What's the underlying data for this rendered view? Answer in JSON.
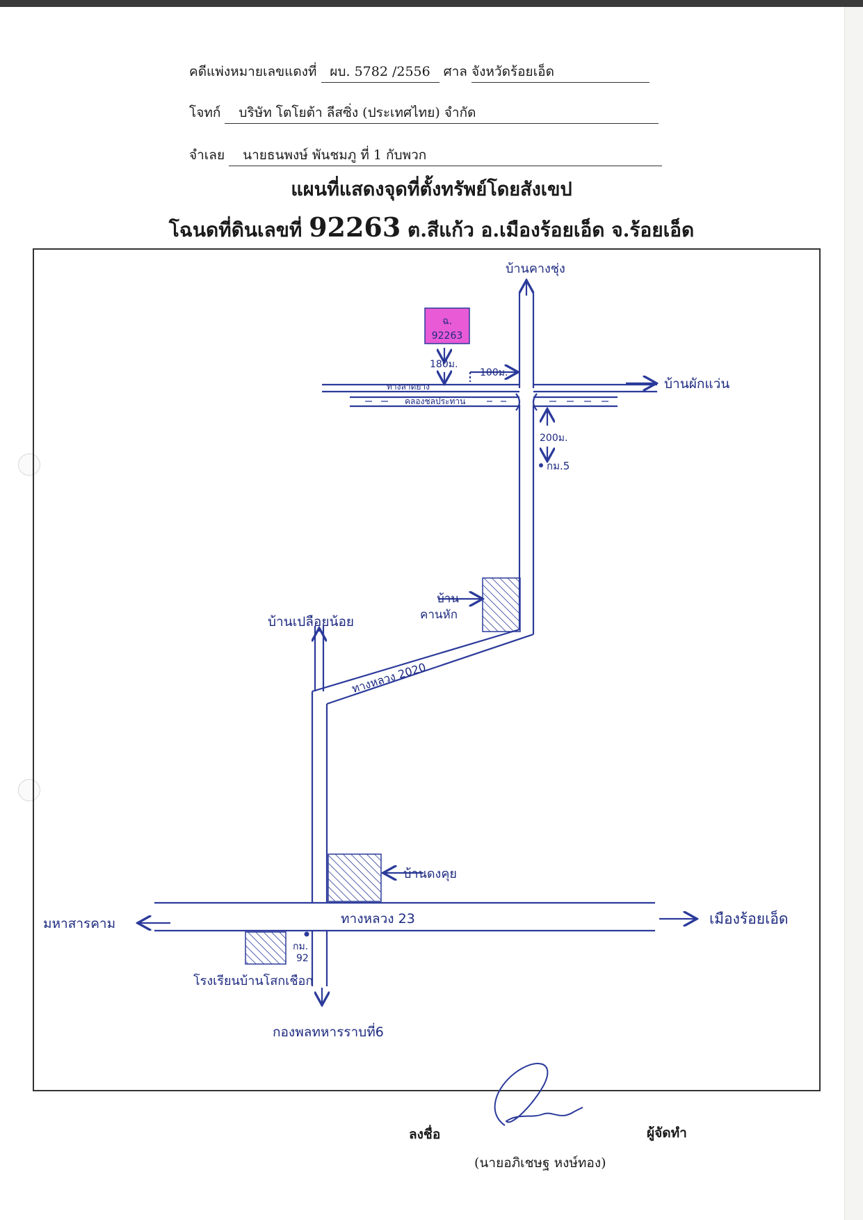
{
  "header": {
    "case_label": "คดีแพ่งหมายเลขแดงที่",
    "case_number": "ผบ. 5782 /2556",
    "court_label": "ศาล",
    "court_name": "จังหวัดร้อยเอ็ด",
    "plaintiff_label": "โจทก์",
    "plaintiff_name": "บริษัท โตโยต้า ลีสซิ่ง (ประเทศไทย) จำกัด",
    "defendant_label": "จำเลย",
    "defendant_name": "นายธนพงษ์ พันชมภู  ที่ 1 กับพวก"
  },
  "title": {
    "line1": "แผนที่แสดงจุดที่ตั้งทรัพย์โดยสังเขป",
    "line2_prefix": "โฉนดที่ดินเลขที่",
    "deed_number": "92263",
    "line2_suffix": "ต.สีแก้ว  อ.เมืองร้อยเอ็ด จ.ร้อยเอ็ด"
  },
  "map": {
    "property_label_top": "ฉ.",
    "property_label_num": "92263",
    "dist_180": "180ม.",
    "dist_100": "100ม.",
    "dist_200": "200ม.",
    "km5": "กม.5",
    "km92_a": "กม.",
    "km92_b": "92",
    "road_laterite": "ทางลาดยาง",
    "canal": "คลองชลประทาน",
    "ban_khang_chung": "บ้านคางชุ่ง",
    "ban_phak_waen": "บ้านผักแว่น",
    "ban_khan_hak_a": "บ้าน",
    "ban_khan_hak_b": "คานหัก",
    "ban_plueai_noi": "บ้านเปลือยน้อย",
    "highway_2020": "ทางหลวง 2020",
    "ban_dong_kui": "บ้านดงคุย",
    "highway_23": "ทางหลวง 23",
    "maha_sarakham": "มหาสารคาม",
    "mueang_roi_et": "เมืองร้อยเอ็ด",
    "school": "โรงเรียนบ้านโสกเชือก",
    "army": "กองพลทหารราบที่6",
    "property_color": "#e85ad6",
    "line_color": "#2b3a9a"
  },
  "signature": {
    "sign_label": "ลงชื่อ",
    "role": "ผู้จัดทำ",
    "name": "(นายอภิเชษฐ  หงษ์ทอง)"
  }
}
